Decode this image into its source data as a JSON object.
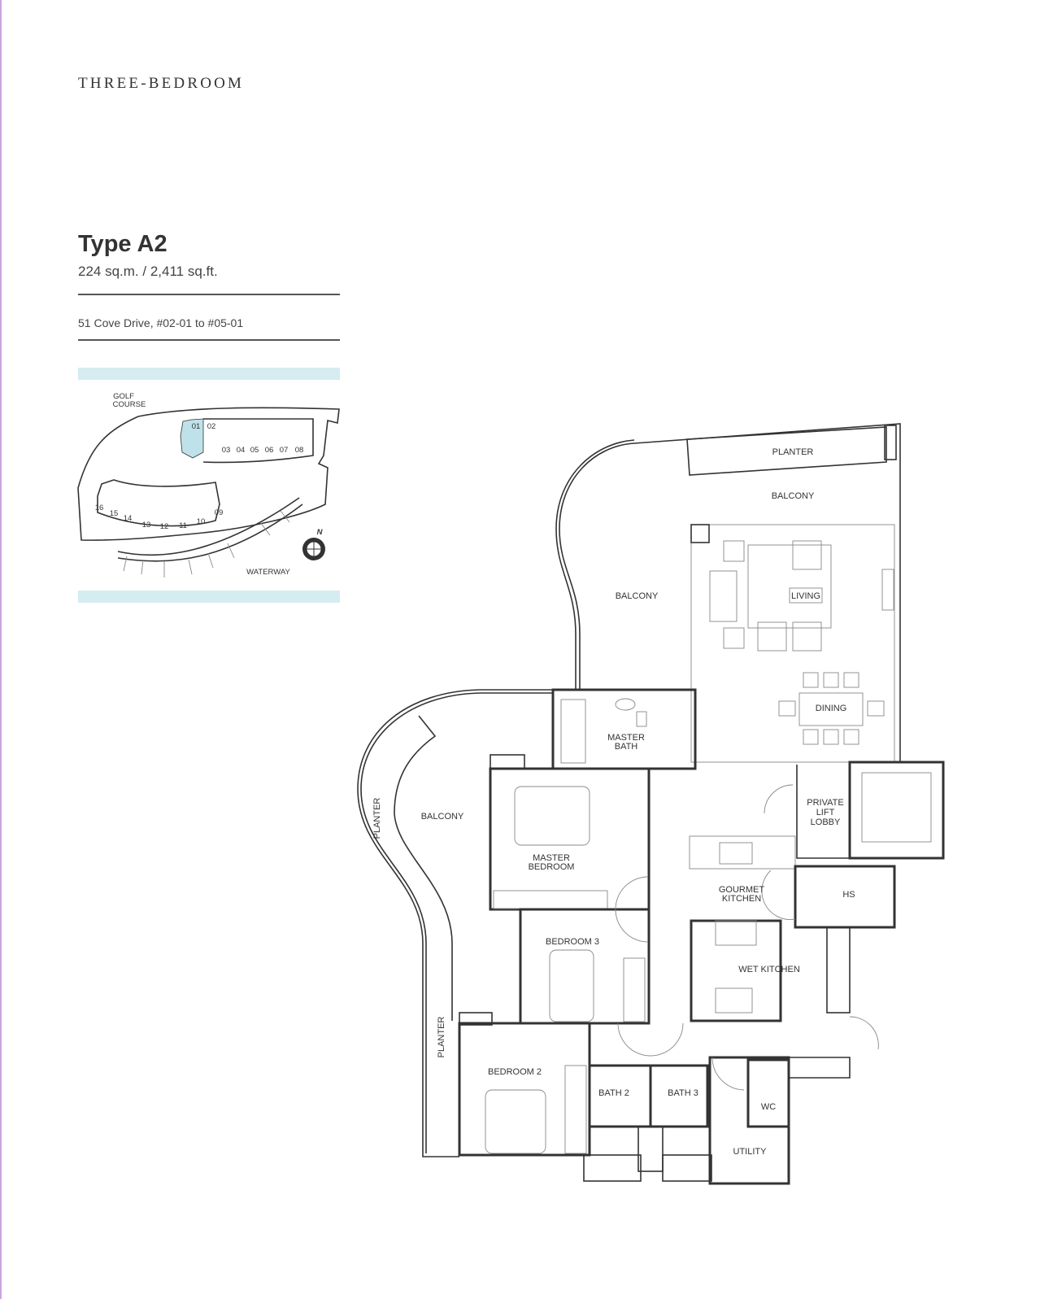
{
  "header": {
    "category": "THREE-BEDROOM"
  },
  "unit": {
    "type": "Type A2",
    "area": "224 sq.m. / 2,411 sq.ft.",
    "address": "51 Cove Drive, #02-01 to #05-01"
  },
  "key_plan": {
    "golf_course": [
      "GOLF",
      "COURSE"
    ],
    "waterway": "WATERWAY",
    "north": "N",
    "highlight_color": "#bfe1ea",
    "units": [
      "01",
      "02",
      "03",
      "04",
      "05",
      "06",
      "07",
      "08",
      "09",
      "10",
      "11",
      "12",
      "13",
      "14",
      "15",
      "16"
    ]
  },
  "floor_plan": {
    "planter_top": "PLANTER",
    "balcony_top": "BALCONY",
    "balcony_mid": "BALCONY",
    "living": "LIVING",
    "dining": "DINING",
    "master_bath": [
      "MASTER",
      "BATH"
    ],
    "balcony_left": "BALCONY",
    "planter_left": "PLANTER",
    "planter_lower": "PLANTER",
    "private_lift_lobby": [
      "PRIVATE",
      "LIFT",
      "LOBBY"
    ],
    "master_bedroom": [
      "MASTER",
      "BEDROOM"
    ],
    "gourmet_kitchen": [
      "GOURMET",
      "KITCHEN"
    ],
    "hs": "HS",
    "bedroom_3": "BEDROOM 3",
    "wet_kitchen": "WET KITCHEN",
    "bedroom_2": "BEDROOM 2",
    "bath_2": "BATH 2",
    "bath_3": "BATH 3",
    "wc": "WC",
    "utility": "UTILITY"
  }
}
